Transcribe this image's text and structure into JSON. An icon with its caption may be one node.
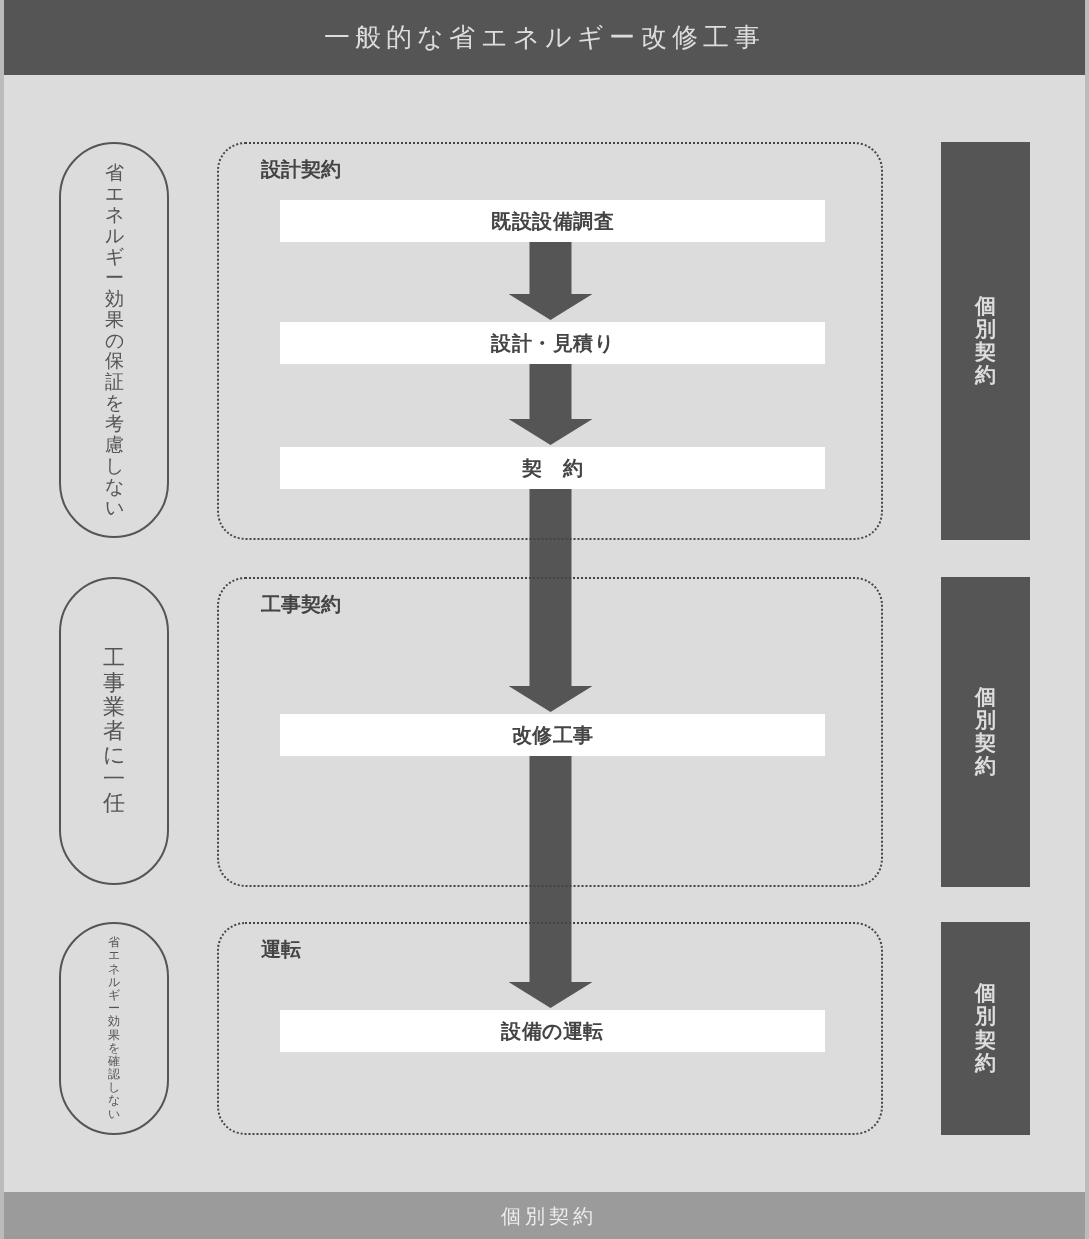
{
  "diagram": {
    "title": "一般的な省エネルギー改修工事",
    "nodes": [
      {
        "text": [
          "省エネルギー効果の保証を考慮しない"
        ]
      },
      {
        "text": [
          "設計契約"
        ]
      },
      {
        "text": [
          "既設設備調査"
        ],
        "in": 1
      },
      {
        "text": [
          "設計・見積り"
        ],
        "in": 1
      },
      {
        "text": [
          "契　約"
        ],
        "in": 1
      },
      {
        "text": [
          "個別契約"
        ]
      },
      {
        "text": [
          "工事業者に一任"
        ]
      },
      {
        "text": [
          "工事契約"
        ]
      },
      {
        "text": [
          "改修工事"
        ],
        "in": 7
      },
      {
        "text": [
          "個別契約"
        ]
      },
      {
        "text": [
          "省エネルギー効果を確認しない"
        ]
      },
      {
        "text": [
          "運転"
        ]
      },
      {
        "text": [
          "設備の運転"
        ],
        "in": 11
      },
      {
        "text": [
          "個別契約"
        ]
      },
      {
        "text": [
          "個別契約"
        ]
      }
    ],
    "edges": [
      {
        "from": 2,
        "to": 3,
        "arrow": "to"
      },
      {
        "from": 3,
        "to": 4,
        "arrow": "to"
      },
      {
        "from": 4,
        "to": 8,
        "arrow": "to"
      },
      {
        "from": 8,
        "to": 12,
        "arrow": "to"
      }
    ]
  }
}
